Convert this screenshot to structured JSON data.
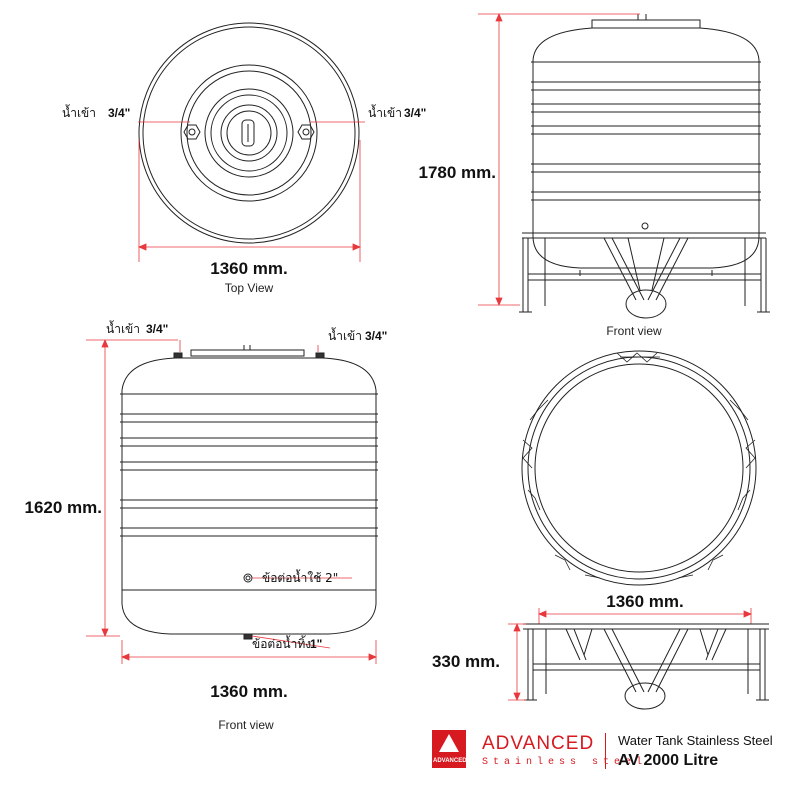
{
  "top_view": {
    "inlet_left": "น้ำเข้า",
    "inlet_left_size": "3/4\"",
    "inlet_right": "น้ำเข้า",
    "inlet_right_size": "3/4\"",
    "width": "1360 mm.",
    "caption": "Top View"
  },
  "front_view_stand": {
    "height": "1780 mm.",
    "caption": "Front view"
  },
  "front_view_tank": {
    "inlet_left": "น้ำเข้า",
    "inlet_left_size": "3/4\"",
    "inlet_right": "น้ำเข้า",
    "inlet_right_size": "3/4\"",
    "height": "1620 mm.",
    "outlet_label": "ข้อต่อน้ำใช้ 2\"",
    "drain_label": "ข้อต่อน้ำทิ้ง",
    "drain_size": "1\"",
    "width": "1360 mm.",
    "caption": "Front view"
  },
  "stand_views": {
    "width": "1360 mm.",
    "height": "330 mm."
  },
  "brand": {
    "logo_text": "ADVANCED",
    "name": "ADVANCED",
    "tagline": "Stainless steel",
    "product": "Water Tank Stainless Steel",
    "model": "AV 2000 Litre"
  },
  "colors": {
    "dimension_line": "#e8383d",
    "brand_red": "#d71920",
    "outline": "#222222"
  }
}
